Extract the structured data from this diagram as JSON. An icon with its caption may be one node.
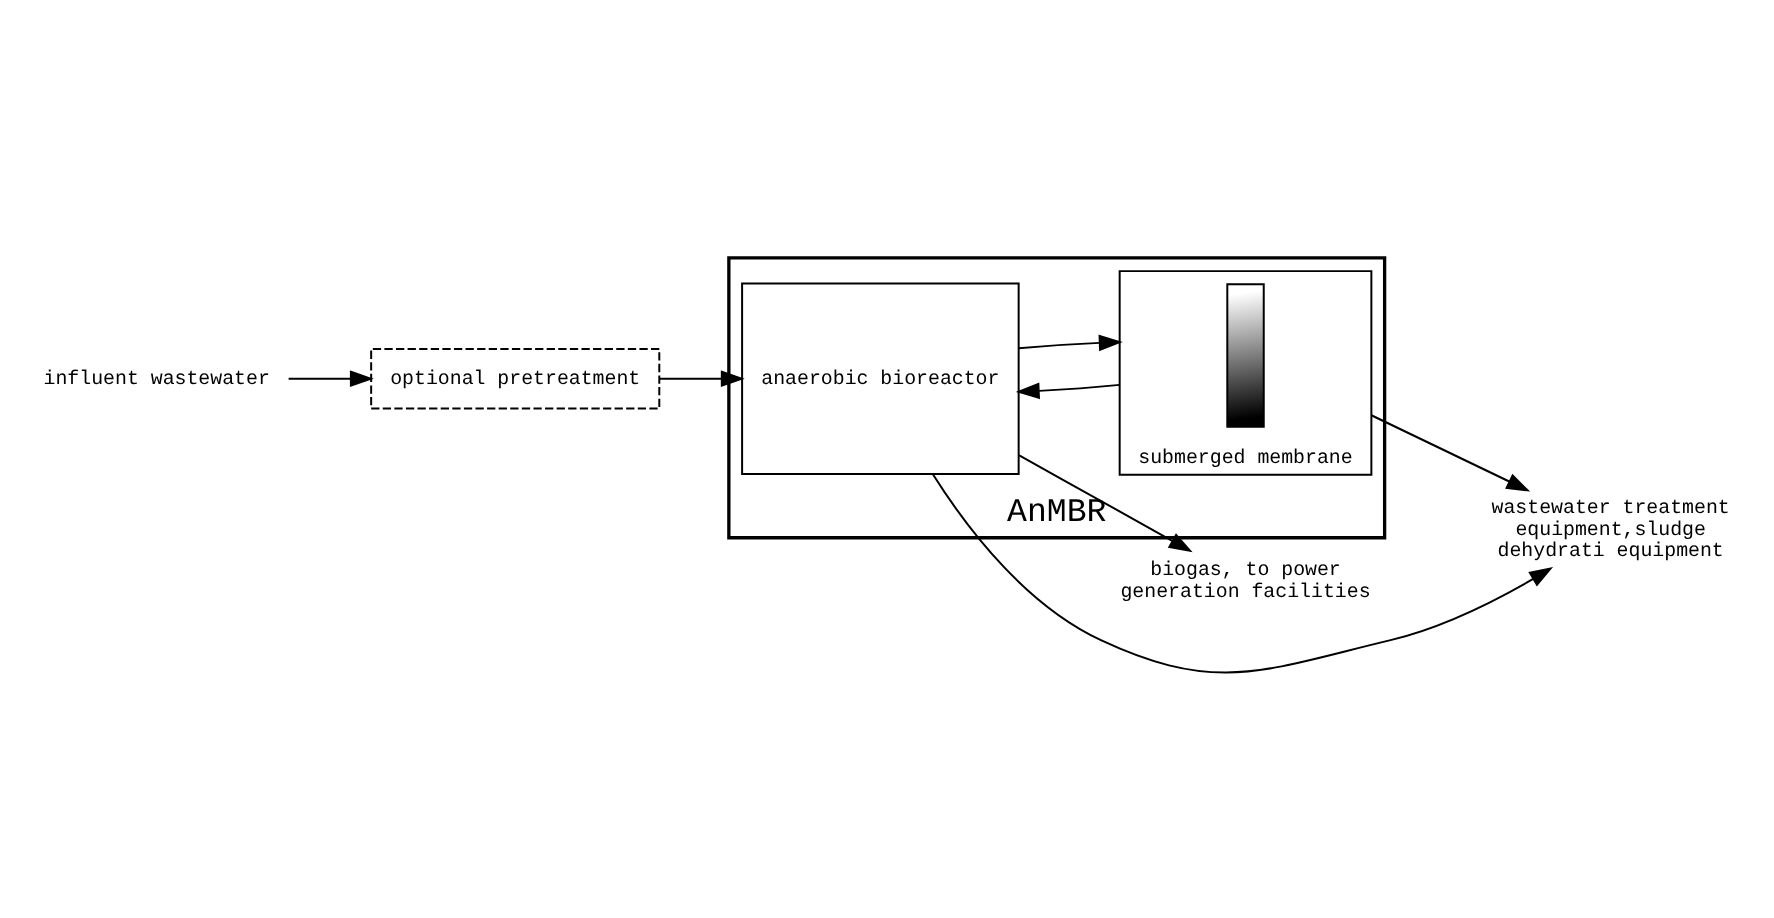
{
  "diagram": {
    "nodes": [
      {
        "text": [
          "AnMBR"
        ]
      },
      {
        "text": [
          "influent wastewater"
        ]
      },
      {
        "text": [
          "optional pretreatment"
        ]
      },
      {
        "text": [
          "anaerobic bioreactor"
        ],
        "in": 0
      },
      {
        "text": [
          "submerged membrane"
        ],
        "in": 0
      },
      {
        "text": [],
        "shape": "box",
        "in": 4
      },
      {
        "text": [
          "biogas, to power generation facilities"
        ]
      },
      {
        "text": [
          "wastewater treatment equipment,sludge dehydrati equipment"
        ]
      }
    ],
    "edges": [
      {
        "from": 1,
        "to": 2,
        "arrow": "to"
      },
      {
        "from": 2,
        "to": 3,
        "arrow": "to"
      },
      {
        "from": 3,
        "to": 4,
        "arrow": "to"
      },
      {
        "from": 4,
        "to": 3,
        "arrow": "to"
      },
      {
        "from": 3,
        "to": 6,
        "arrow": "to"
      },
      {
        "from": 4,
        "to": 7,
        "arrow": "to"
      },
      {
        "from": 3,
        "to": 7,
        "arrow": "to"
      }
    ]
  }
}
